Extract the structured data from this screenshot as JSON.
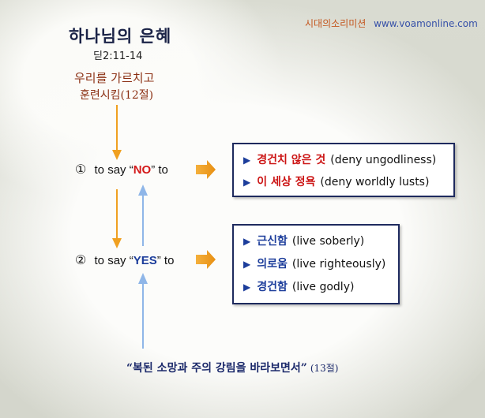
{
  "header": {
    "title": "하나님의 은혜",
    "reference": "딛2:11-14",
    "subtitle_line1": "우리를 가르치고",
    "subtitle_line2": "훈련시킴(12절)",
    "site_name": "시대의소리미션",
    "site_url": "www.voamonline.com"
  },
  "steps": [
    {
      "number": "①",
      "prefix": "to say",
      "keyword": "NO",
      "suffix": "to"
    },
    {
      "number": "②",
      "prefix": "to say",
      "keyword": "YES",
      "suffix": "to"
    }
  ],
  "no_items": [
    {
      "ko": "경건치 않은 것",
      "en": "(deny ungodliness)"
    },
    {
      "ko": "이 세상 정욕",
      "en": "(deny worldly lusts)"
    }
  ],
  "yes_items": [
    {
      "ko": "근신함",
      "en": "(live soberly)"
    },
    {
      "ko": "의로움",
      "en": "(live righteously)"
    },
    {
      "ko": "경건함",
      "en": "(live godly)"
    }
  ],
  "footer_quote": {
    "text": "“복된 소망과 주의 강림을 바라보면서”",
    "verse": "(13절)"
  },
  "colors": {
    "orange_arrow": "#f0a020",
    "blue_arrow": "#8fb6e8",
    "box_border": "#1e2a5e",
    "no_keyword": "#d41a1a",
    "yes_keyword": "#1c3d9b"
  }
}
